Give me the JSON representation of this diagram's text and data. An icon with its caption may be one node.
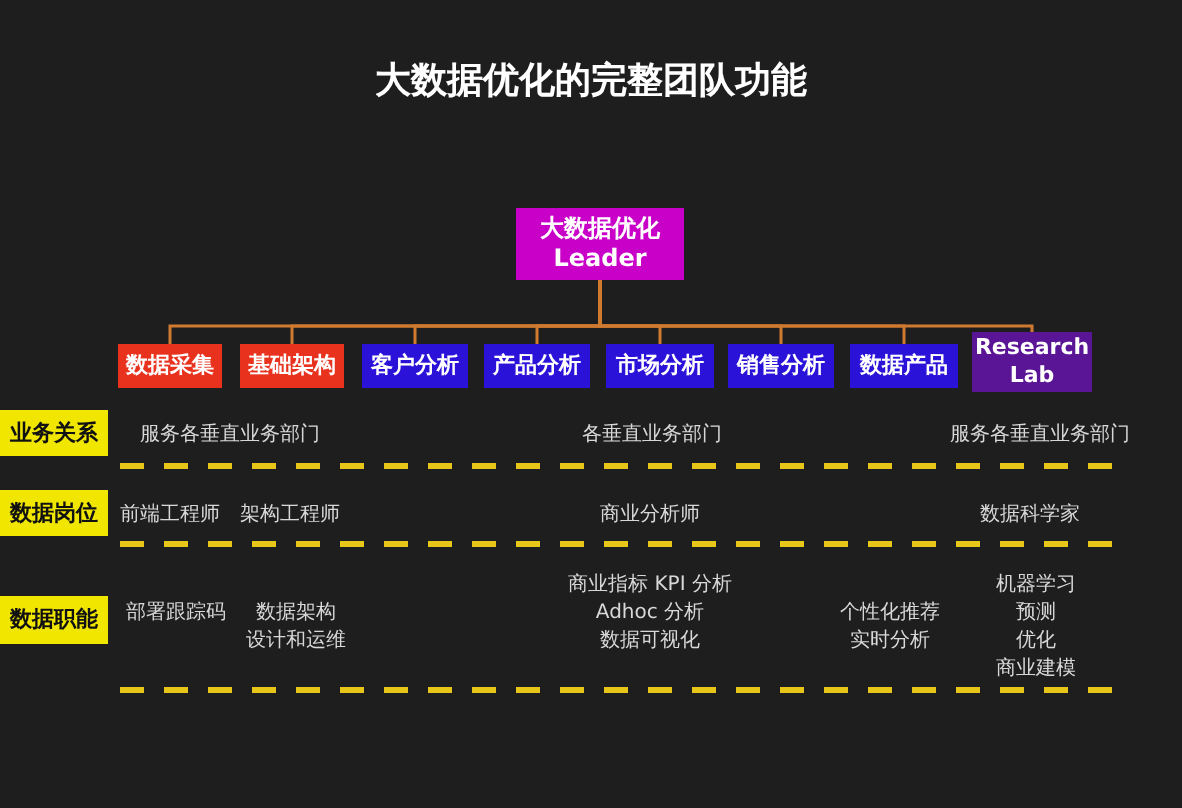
{
  "diagram": {
    "title": "大数据优化的完整团队功能",
    "nodes": [
      {
        "text": [
          "大数据优化 Leader"
        ]
      },
      {
        "text": [
          "数据采集"
        ]
      },
      {
        "text": [
          "基础架构"
        ]
      },
      {
        "text": [
          "客户分析"
        ]
      },
      {
        "text": [
          "产品分析"
        ]
      },
      {
        "text": [
          "市场分析"
        ]
      },
      {
        "text": [
          "销售分析"
        ]
      },
      {
        "text": [
          "数据产品"
        ]
      },
      {
        "text": [
          "Research Lab"
        ]
      },
      {
        "text": [
          "业务关系"
        ]
      },
      {
        "text": [
          "数据岗位"
        ]
      },
      {
        "text": [
          "数据职能"
        ]
      }
    ],
    "edges": [
      {
        "from": 0,
        "to": 1,
        "arrow": "none"
      },
      {
        "from": 0,
        "to": 2,
        "arrow": "none"
      },
      {
        "from": 0,
        "to": 3,
        "arrow": "none"
      },
      {
        "from": 0,
        "to": 4,
        "arrow": "none"
      },
      {
        "from": 0,
        "to": 5,
        "arrow": "none"
      },
      {
        "from": 0,
        "to": 6,
        "arrow": "none"
      },
      {
        "from": 0,
        "to": 7,
        "arrow": "none"
      },
      {
        "from": 0,
        "to": 8,
        "arrow": "none"
      }
    ],
    "labels": [
      "服务各垂直业务部门",
      "各垂直业务部门",
      "服务各垂直业务部门",
      "前端工程师",
      "架构工程师",
      "商业分析师",
      "数据科学家",
      "商业指标 KPI 分析",
      "机器学习",
      "部署跟踪码",
      "数据架构",
      "Adhoc 分析",
      "个性化推荐",
      "预测",
      "设计和运维",
      "数据可视化",
      "实时分析",
      "优化",
      "商业建模"
    ]
  }
}
